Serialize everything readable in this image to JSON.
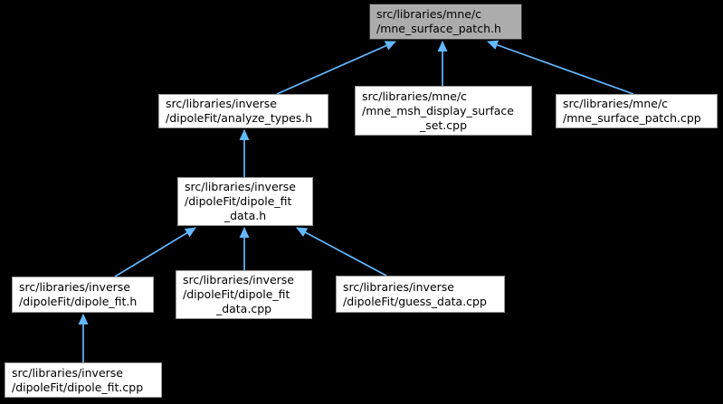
{
  "diagram": {
    "type": "include-dependency-graph",
    "colors": {
      "background": "#000000",
      "edge": "#63B8FF",
      "node_fill": "#FFFFFF",
      "node_border": "#9C9C9C",
      "highlight_fill": "#ACACAC",
      "highlight_border": "#3C3C3C",
      "text": "#000000"
    },
    "nodes": [
      {
        "id": "mne_surface_patch_h",
        "lines": [
          "src/libraries/mne/c",
          "/mne_surface_patch.h"
        ],
        "highlighted": true
      },
      {
        "id": "analyze_types_h",
        "lines": [
          "src/libraries/inverse",
          "/dipoleFit/analyze_types.h"
        ],
        "highlighted": false
      },
      {
        "id": "mne_msh_display_surface_set_cpp",
        "lines": [
          "src/libraries/mne/c",
          "/mne_msh_display_surface",
          "_set.cpp"
        ],
        "highlighted": false
      },
      {
        "id": "mne_surface_patch_cpp",
        "lines": [
          "src/libraries/mne/c",
          "/mne_surface_patch.cpp"
        ],
        "highlighted": false
      },
      {
        "id": "dipole_fit_data_h",
        "lines": [
          "src/libraries/inverse",
          "/dipoleFit/dipole_fit",
          "_data.h"
        ],
        "highlighted": false
      },
      {
        "id": "dipole_fit_h",
        "lines": [
          "src/libraries/inverse",
          "/dipoleFit/dipole_fit.h"
        ],
        "highlighted": false
      },
      {
        "id": "dipole_fit_data_cpp",
        "lines": [
          "src/libraries/inverse",
          "/dipoleFit/dipole_fit",
          "_data.cpp"
        ],
        "highlighted": false
      },
      {
        "id": "guess_data_cpp",
        "lines": [
          "src/libraries/inverse",
          "/dipoleFit/guess_data.cpp"
        ],
        "highlighted": false
      },
      {
        "id": "dipole_fit_cpp",
        "lines": [
          "src/libraries/inverse",
          "/dipoleFit/dipole_fit.cpp"
        ],
        "highlighted": false
      }
    ],
    "edges": [
      {
        "from": "analyze_types_h",
        "to": "mne_surface_patch_h"
      },
      {
        "from": "mne_msh_display_surface_set_cpp",
        "to": "mne_surface_patch_h"
      },
      {
        "from": "mne_surface_patch_cpp",
        "to": "mne_surface_patch_h"
      },
      {
        "from": "dipole_fit_data_h",
        "to": "analyze_types_h"
      },
      {
        "from": "dipole_fit_h",
        "to": "dipole_fit_data_h"
      },
      {
        "from": "dipole_fit_data_cpp",
        "to": "dipole_fit_data_h"
      },
      {
        "from": "guess_data_cpp",
        "to": "dipole_fit_data_h"
      },
      {
        "from": "dipole_fit_cpp",
        "to": "dipole_fit_h"
      }
    ]
  }
}
